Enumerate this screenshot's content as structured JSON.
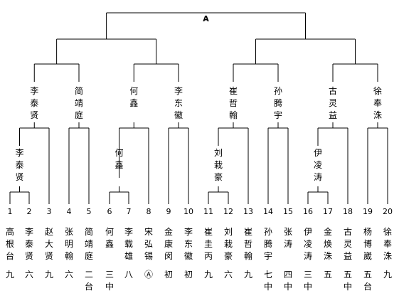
{
  "diagram": {
    "champion_label": "A",
    "players": [
      {
        "num": "1",
        "name": "高根台",
        "result": "九"
      },
      {
        "num": "2",
        "name": "李泰贤",
        "result": "六"
      },
      {
        "num": "3",
        "name": "赵大贤",
        "result": "九"
      },
      {
        "num": "4",
        "name": "张明翰",
        "result": "六"
      },
      {
        "num": "5",
        "name": "简靖庭",
        "result": "二台"
      },
      {
        "num": "6",
        "name": "何鑫",
        "result": "三中"
      },
      {
        "num": "7",
        "name": "李载雄",
        "result": "八"
      },
      {
        "num": "8",
        "name": "宋弘锡",
        "result": "Ⓐ"
      },
      {
        "num": "9",
        "name": "金康闵",
        "result": "初"
      },
      {
        "num": "10",
        "name": "李东徽",
        "result": "初"
      },
      {
        "num": "11",
        "name": "崔圭丙",
        "result": "九"
      },
      {
        "num": "12",
        "name": "刘栽豪",
        "result": "六"
      },
      {
        "num": "13",
        "name": "崔哲翰",
        "result": "九"
      },
      {
        "num": "14",
        "name": "孙腾宇",
        "result": "七中"
      },
      {
        "num": "15",
        "name": "张涛",
        "result": "四中"
      },
      {
        "num": "16",
        "name": "伊凌涛",
        "result": "三中"
      },
      {
        "num": "17",
        "name": "金焕洙",
        "result": "五"
      },
      {
        "num": "18",
        "name": "古灵益",
        "result": "五中"
      },
      {
        "num": "19",
        "name": "杨博崴",
        "result": "五台"
      },
      {
        "num": "20",
        "name": "徐奉洙",
        "result": "九"
      }
    ],
    "round1_winners": [
      "李泰贤",
      "何鑫",
      "刘栽豪",
      "伊凌涛"
    ],
    "round2_winners": [
      "李泰贤",
      "简靖庭",
      "何鑫",
      "李东徽",
      "崔哲翰",
      "孙腾宇",
      "古灵益",
      "徐奉洙"
    ]
  }
}
